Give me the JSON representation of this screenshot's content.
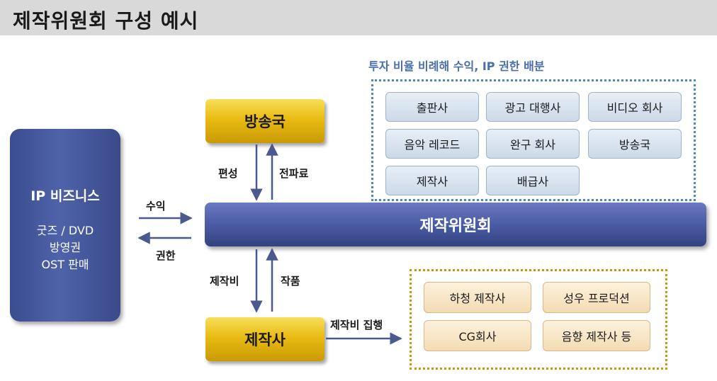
{
  "header": {
    "title": "제작위원회 구성 예시"
  },
  "ip_business": {
    "title": "IP 비즈니스",
    "lines": [
      "굿즈 / DVD",
      "방영권",
      "OST 판매"
    ]
  },
  "broadcaster": {
    "label": "방송국"
  },
  "producer": {
    "label": "제작사"
  },
  "committee": {
    "label": "제작위원회"
  },
  "flows": {
    "revenue": "수익",
    "rights": "권한",
    "programming": "편성",
    "broadcast_fee": "전파료",
    "production_cost": "제작비",
    "work": "작품",
    "cost_execution": "제작비 집행"
  },
  "investors": {
    "title": "투자 비율 비례해 수익, IP 권한 배분",
    "members": [
      "출판사",
      "광고 대행사",
      "비디오 회사",
      "음악 레코드",
      "완구 회사",
      "방송국",
      "제작사",
      "배급사"
    ]
  },
  "subcontractors": {
    "members": [
      "하청 제작사",
      "성우 프로덕션",
      "CG회사",
      "음향 제작사 등"
    ]
  },
  "colors": {
    "committee": "#4a5ca6",
    "gold": "#e9bb13",
    "investor_border": "#4f88b8",
    "subcontractor_border": "#c8960a"
  }
}
